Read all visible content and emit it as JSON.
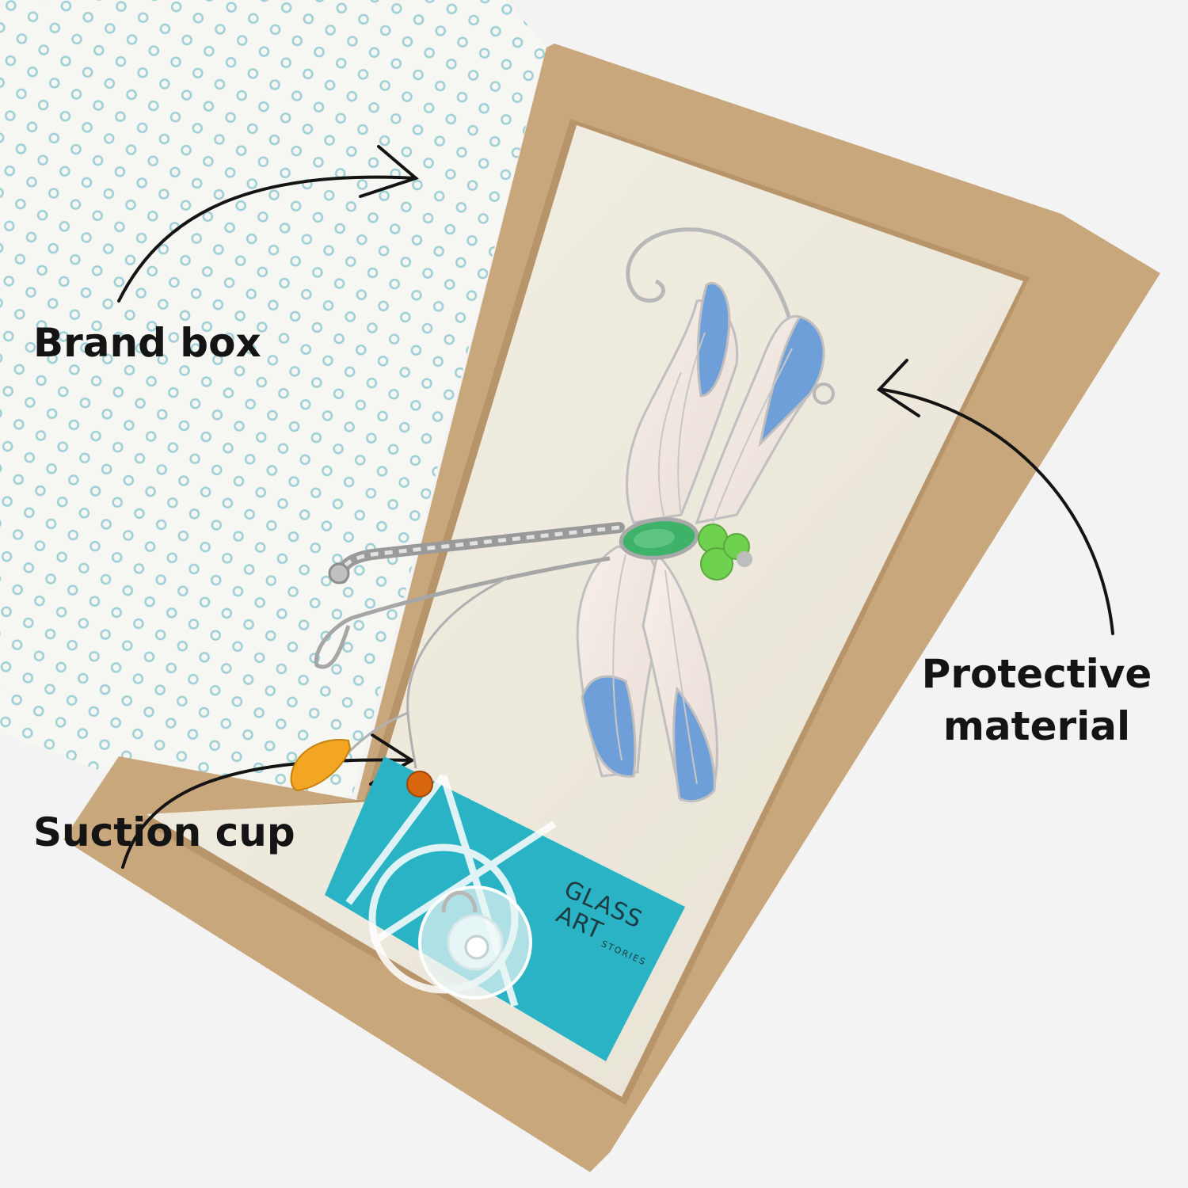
{
  "labels": {
    "brand_box": "Brand box",
    "protective_line1": "Protective",
    "protective_line2": "material",
    "suction_cup": "Suction cup"
  },
  "card": {
    "line1": "GLASS",
    "line2": "ART",
    "line3": "STORIES"
  },
  "colors": {
    "background": "#f3f3f3",
    "cardboard": "#c9a77d",
    "foam": "#ede9dc",
    "tissue": "#f6f6f3",
    "tissue_dot": "#9fd0d6",
    "wing_white": "#f1e6e0",
    "wing_blue": "#6f9fd8",
    "body_green": "#3fb269",
    "bead_green": "#6fd24e",
    "leaf_amber": "#f3a623",
    "bead_orange": "#d8660e",
    "card_teal": "#2ab3c4",
    "label_text": "#141414"
  },
  "icons": [
    "arrow-icon",
    "dragonfly-suncatcher",
    "suction-cup-icon",
    "brand-logo-icon"
  ]
}
